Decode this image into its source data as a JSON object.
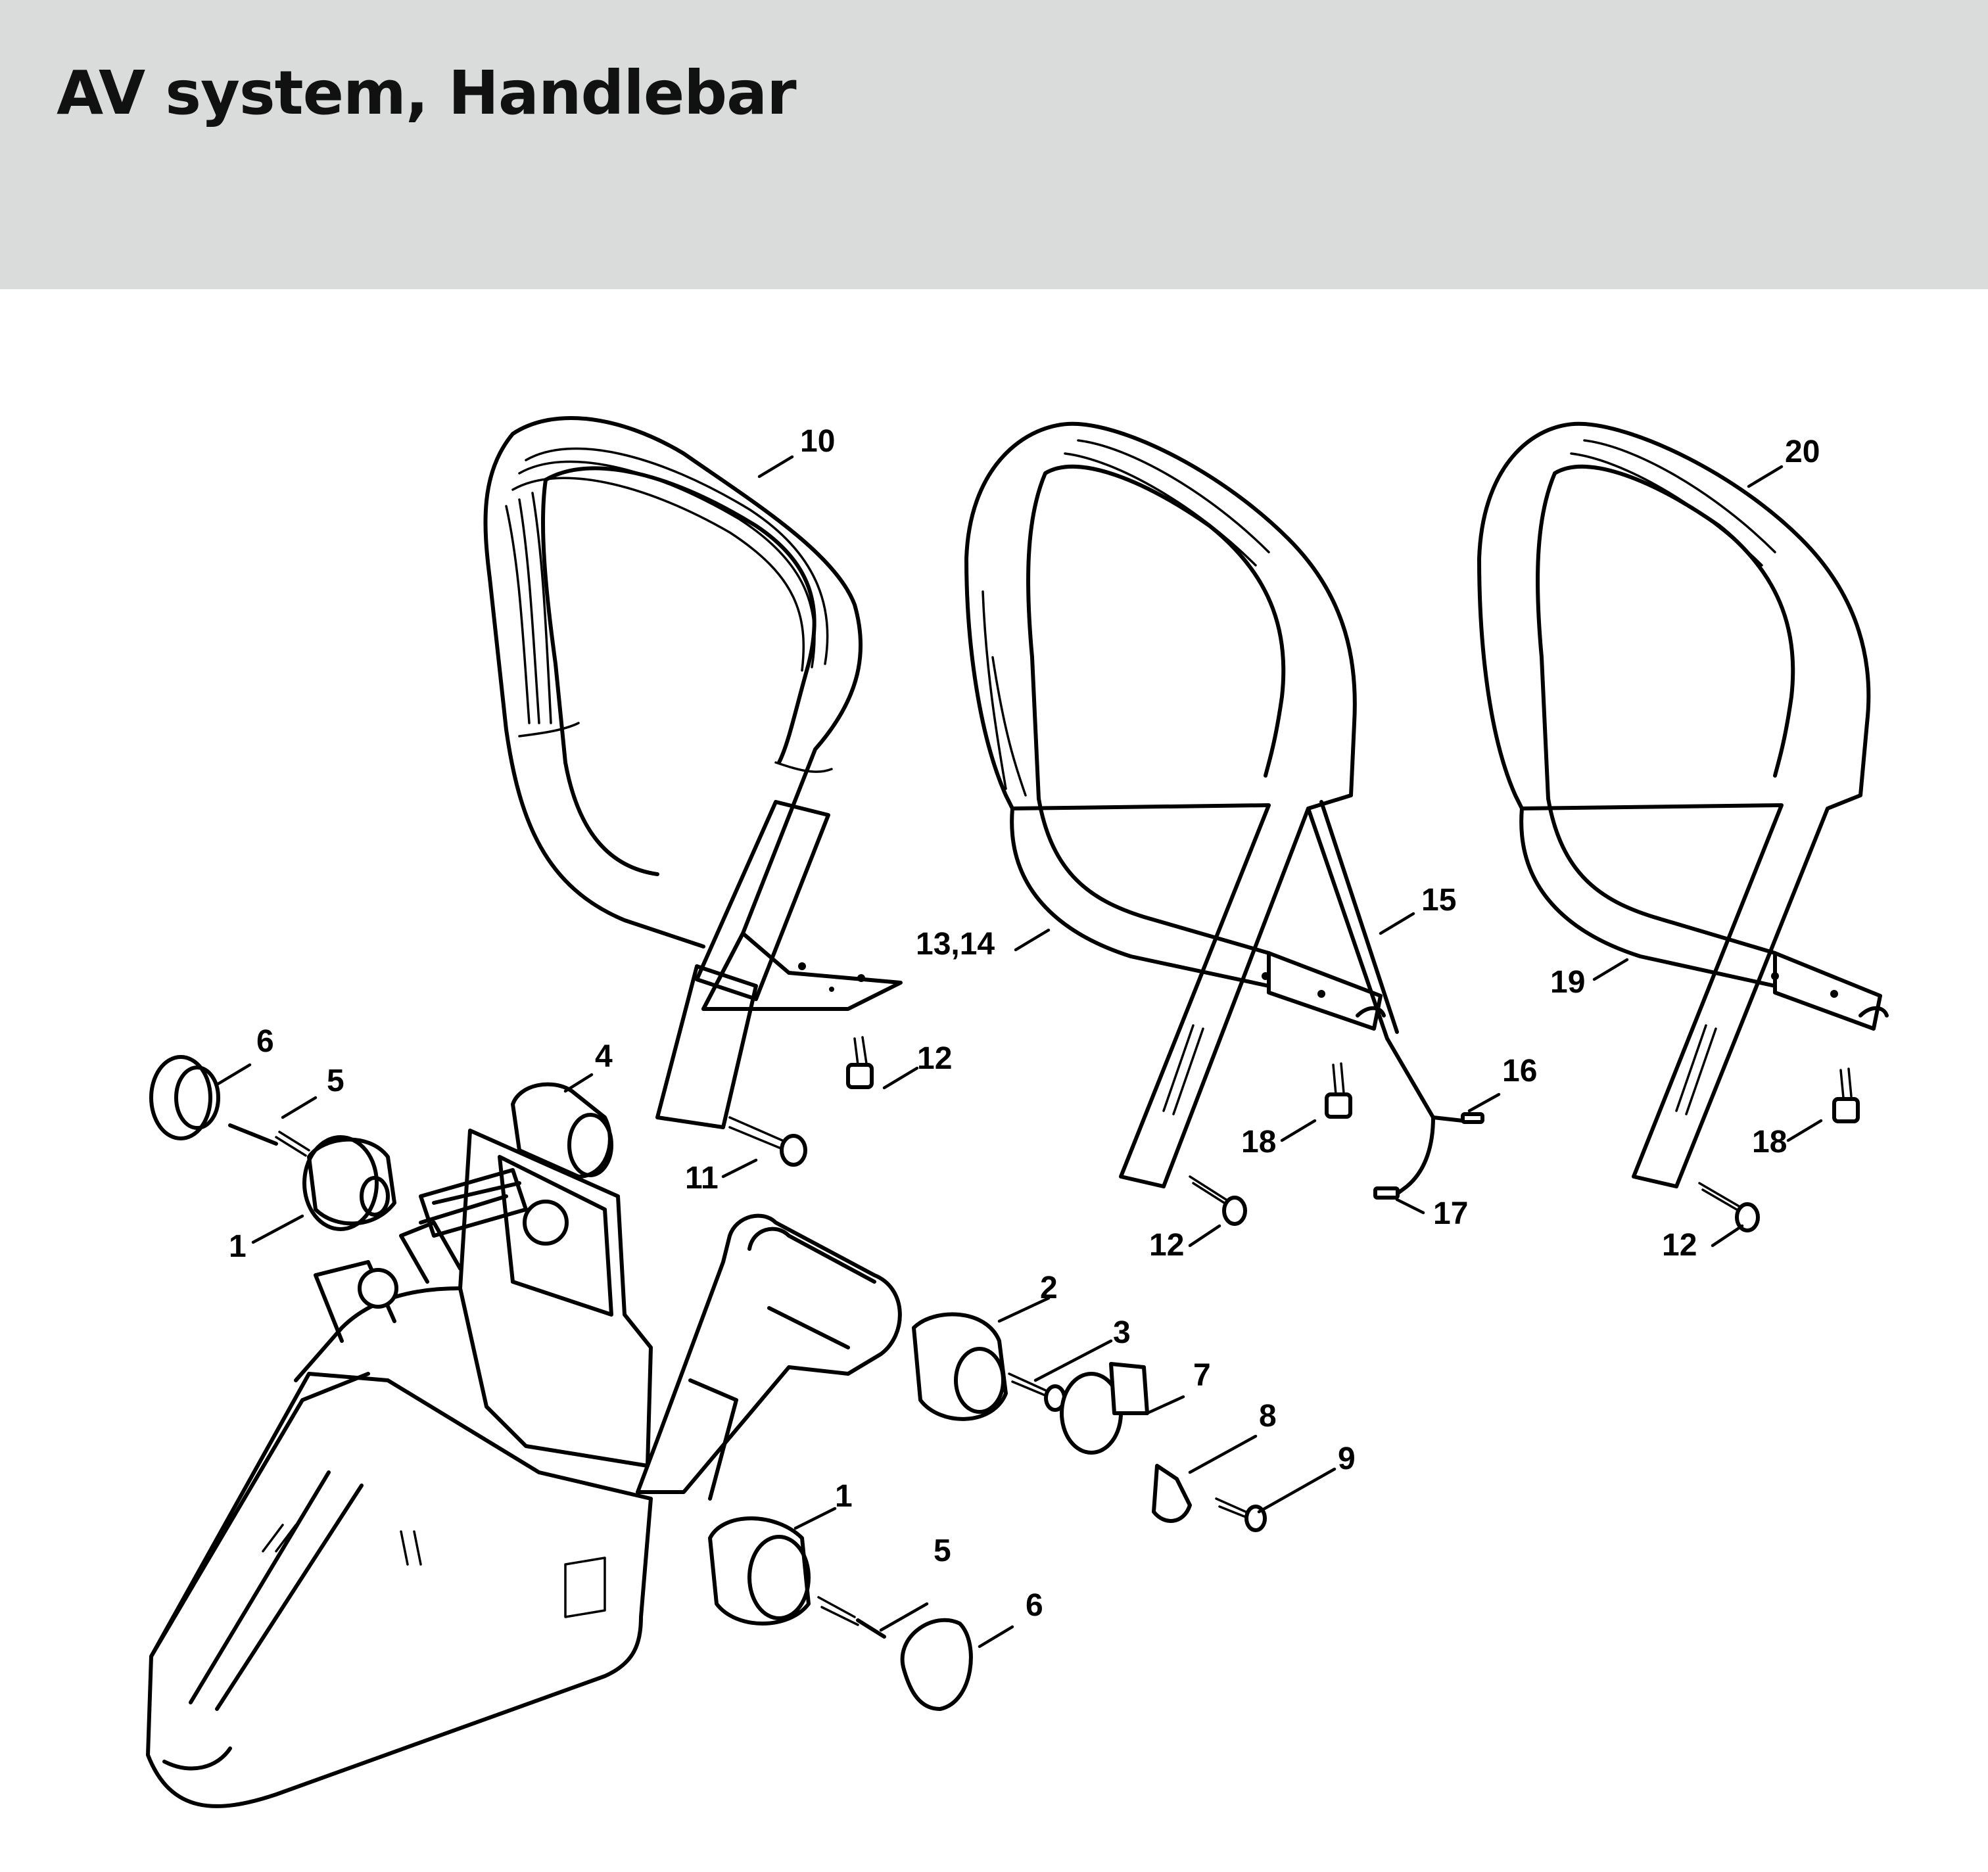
{
  "title": "AV system, Handlebar",
  "callouts": [
    {
      "id": "c10",
      "text": "10"
    },
    {
      "id": "c20",
      "text": "20"
    },
    {
      "id": "c15",
      "text": "15"
    },
    {
      "id": "c13-14",
      "text": "13,14"
    },
    {
      "id": "c19",
      "text": "19"
    },
    {
      "id": "c6a",
      "text": "6"
    },
    {
      "id": "c5a",
      "text": "5"
    },
    {
      "id": "c4",
      "text": "4"
    },
    {
      "id": "c12a",
      "text": "12"
    },
    {
      "id": "c16",
      "text": "16"
    },
    {
      "id": "c18a",
      "text": "18"
    },
    {
      "id": "c18b",
      "text": "18"
    },
    {
      "id": "c11",
      "text": "11"
    },
    {
      "id": "c12b",
      "text": "12"
    },
    {
      "id": "c17",
      "text": "17"
    },
    {
      "id": "c12c",
      "text": "12"
    },
    {
      "id": "c1a",
      "text": "1"
    },
    {
      "id": "c2",
      "text": "2"
    },
    {
      "id": "c3",
      "text": "3"
    },
    {
      "id": "c7",
      "text": "7"
    },
    {
      "id": "c8",
      "text": "8"
    },
    {
      "id": "c9",
      "text": "9"
    },
    {
      "id": "c1b",
      "text": "1"
    },
    {
      "id": "c5b",
      "text": "5"
    },
    {
      "id": "c6b",
      "text": "6"
    }
  ]
}
